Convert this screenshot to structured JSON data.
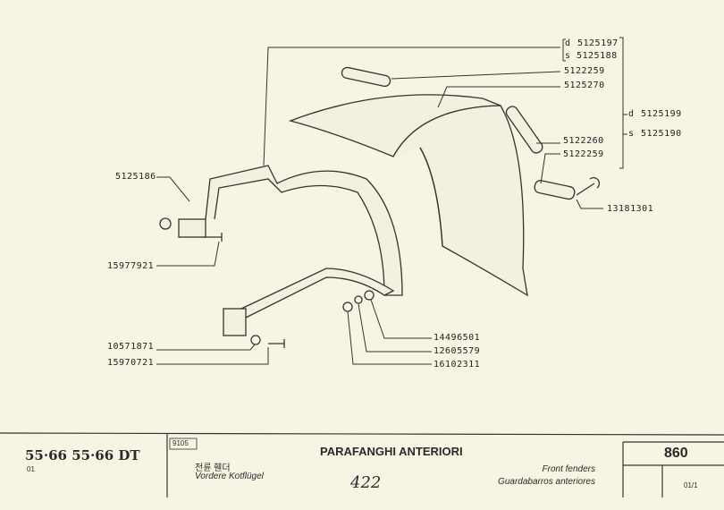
{
  "parts": {
    "p5125197": "5125197",
    "p5125188": "5125188",
    "d_letter": "d",
    "s_letter": "s",
    "p5122259a": "5122259",
    "p5125270": "5125270",
    "p5125199": "5125199",
    "p5125190": "5125190",
    "p5122260": "5122260",
    "p5122259b": "5122259",
    "p13181301": "13181301",
    "p5125186": "5125186",
    "p15977921": "15977921",
    "p10571871": "10571871",
    "p15970721": "15970721",
    "p14496501": "14496501",
    "p12605579": "12605579",
    "p16102311": "16102311"
  },
  "footer": {
    "models": "55·66  55·66 DT",
    "series": "01",
    "code": "9105",
    "title_it": "PARAFANGHI ANTERIORI",
    "title_ko": "전륜 휀더",
    "title_de": "Vordere Kotflügel",
    "handwritten": "422",
    "title_en": "Front fenders",
    "title_es": "Guardabarros anteriores",
    "page": "860",
    "sheet": "01/1"
  }
}
